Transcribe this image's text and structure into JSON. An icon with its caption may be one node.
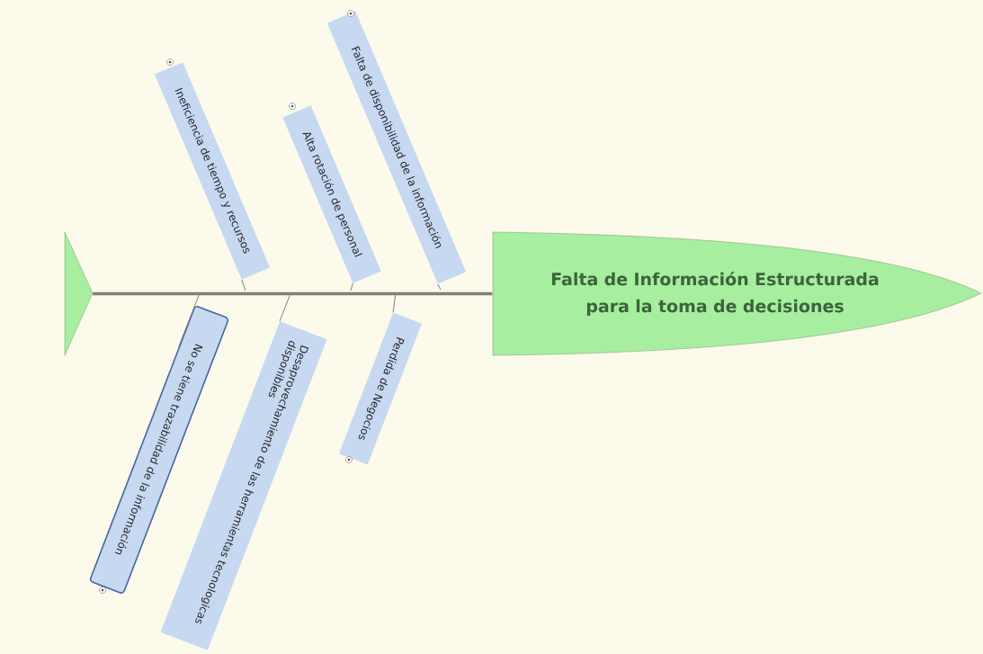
{
  "diagram": {
    "nodes": [
      {
        "text": [],
        "shape": "triangle"
      },
      {
        "text": [
          "Falta de Información Estructurada para la toma de decisiones"
        ]
      },
      {
        "text": [
          "Ineficiencia de tiempo y recursos"
        ]
      },
      {
        "text": [
          "Alta rotación de personal"
        ]
      },
      {
        "text": [
          "Falta de disponibilidad de la información"
        ]
      },
      {
        "text": [
          "No se tiene trazabilidad de la información"
        ]
      },
      {
        "text": [
          "Desaprovechamiento de las herramientas tecnologicas disponibles"
        ]
      },
      {
        "text": [
          "Perdida de Negocios"
        ]
      }
    ],
    "edges": [
      {
        "from": 0,
        "to": 1,
        "arrow": "none",
        "style": "thick"
      },
      {
        "from": 2,
        "to": null,
        "arrow": "none"
      },
      {
        "from": 3,
        "to": null,
        "arrow": "none"
      },
      {
        "from": 4,
        "to": null,
        "arrow": "none"
      },
      {
        "from": 5,
        "to": null,
        "arrow": "none"
      },
      {
        "from": 6,
        "to": null,
        "arrow": "none"
      },
      {
        "from": 7,
        "to": null,
        "arrow": "none"
      }
    ]
  }
}
